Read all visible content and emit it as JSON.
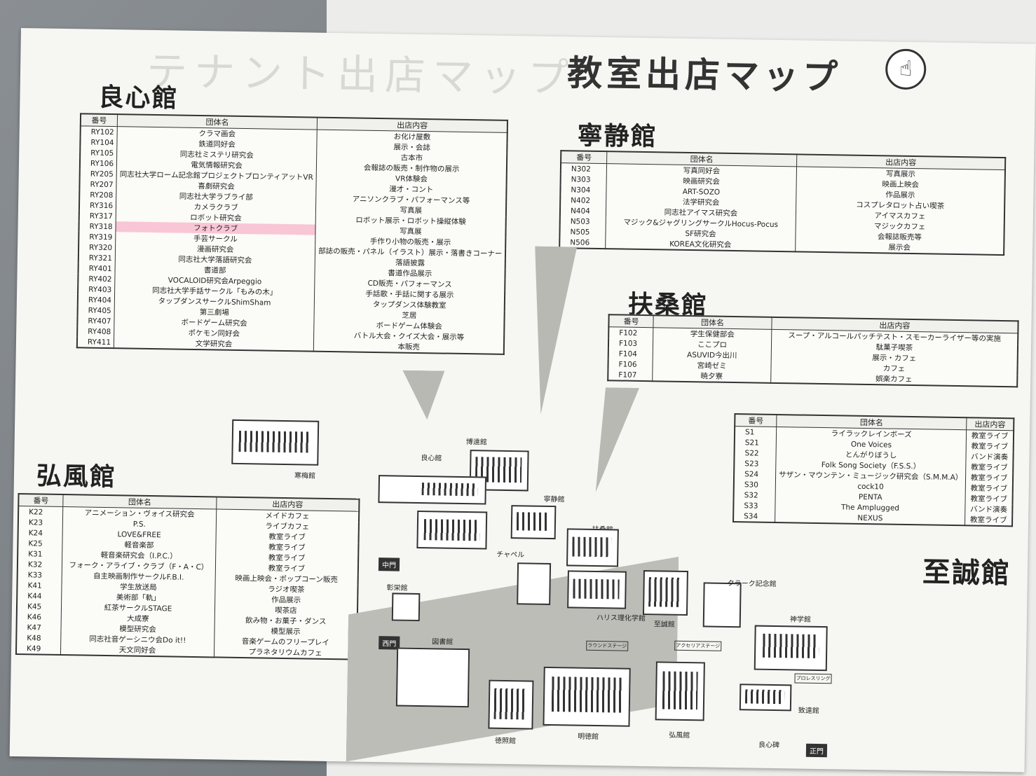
{
  "ghost_text": "テナント出店マップ",
  "title": "教室出店マップ",
  "icon": "pointing-hand-icon",
  "headers": {
    "code": "番号",
    "org": "団体名",
    "content": "出店内容"
  },
  "ryoshin": {
    "name": "良心館",
    "content_header": "出店内容",
    "rows": [
      {
        "code": "RY102",
        "org": "クラマ画会",
        "content": "お化け屋敷"
      },
      {
        "code": "RY104",
        "org": "鉄道同好会",
        "content": "展示・会誌"
      },
      {
        "code": "RY105",
        "org": "同志社ミステリ研究会",
        "content": "古本市"
      },
      {
        "code": "RY106",
        "org": "電気情報研究会",
        "content": "会報誌の販売・制作物の展示"
      },
      {
        "code": "RY205",
        "org": "同志社大学ローム記念館プロジェクトプロンティアットVR",
        "content": "VR体験会"
      },
      {
        "code": "RY207",
        "org": "喜劇研究会",
        "content": "漫才・コント"
      },
      {
        "code": "RY208",
        "org": "同志社大学ラブライ部",
        "content": "アニソンクラブ・パフォーマンス等"
      },
      {
        "code": "RY316",
        "org": "カメラクラブ",
        "content": "写真展"
      },
      {
        "code": "RY317",
        "org": "ロボット研究会",
        "content": "ロボット展示・ロボット操縦体験"
      },
      {
        "code": "RY318",
        "org": "フォトクラブ",
        "content": "写真展",
        "highlight": true
      },
      {
        "code": "RY319",
        "org": "手芸サークル",
        "content": "手作り小物の販売・展示"
      },
      {
        "code": "RY320",
        "org": "漫画研究会",
        "content": "部誌の販売・パネル（イラスト）展示・落書きコーナー"
      },
      {
        "code": "RY321",
        "org": "同志社大学落語研究会",
        "content": "落語披露"
      },
      {
        "code": "RY401",
        "org": "書道部",
        "content": "書道作品展示"
      },
      {
        "code": "RY402",
        "org": "VOCALOID研究会Arpeggio",
        "content": "CD販売・パフォーマンス"
      },
      {
        "code": "RY403",
        "org": "同志社大学手話サークル「もみの木」",
        "content": "手話歌・手話に関する展示"
      },
      {
        "code": "RY404",
        "org": "タップダンスサークルShimSham",
        "content": "タップダンス体験教室"
      },
      {
        "code": "RY405",
        "org": "第三劇場",
        "content": "芝居"
      },
      {
        "code": "RY407",
        "org": "ボードゲーム研究会",
        "content": "ボードゲーム体験会"
      },
      {
        "code": "RY408",
        "org": "ポケモン同好会",
        "content": "バトル大会・クイズ大会・展示等"
      },
      {
        "code": "RY411",
        "org": "文学研究会",
        "content": "本販売"
      }
    ]
  },
  "neisei": {
    "name": "寧静館",
    "rows": [
      {
        "code": "N302",
        "org": "写真同好会",
        "content": "写真展示"
      },
      {
        "code": "N303",
        "org": "映画研究会",
        "content": "映画上映会"
      },
      {
        "code": "N304",
        "org": "ART-SOZO",
        "content": "作品展示"
      },
      {
        "code": "N402",
        "org": "法学研究会",
        "content": "コスプレタロット占い喫茶"
      },
      {
        "code": "N404",
        "org": "同志社アイマス研究会",
        "content": "アイマスカフェ"
      },
      {
        "code": "N503",
        "org": "マジック&ジャグリングサークルHocus-Pocus",
        "content": "マジックカフェ"
      },
      {
        "code": "N505",
        "org": "SF研究会",
        "content": "会報誌販売等"
      },
      {
        "code": "N506",
        "org": "KOREA文化研究会",
        "content": "展示会"
      }
    ]
  },
  "fuso": {
    "name": "扶桑館",
    "rows": [
      {
        "code": "F102",
        "org": "学生保健部会",
        "content": "スープ・アルコールパッチテスト・スモーカーライザー等の実施"
      },
      {
        "code": "F103",
        "org": "ここプロ",
        "content": "駄菓子喫茶"
      },
      {
        "code": "F104",
        "org": "ASUVID今出川",
        "content": "展示・カフェ"
      },
      {
        "code": "F106",
        "org": "宮崎ゼミ",
        "content": "カフェ"
      },
      {
        "code": "F107",
        "org": "暁夕寮",
        "content": "娯楽カフェ"
      }
    ]
  },
  "koufu": {
    "name": "弘風館",
    "rows": [
      {
        "code": "K22",
        "org": "アニメーション・ヴォイス研究会",
        "content": "メイドカフェ"
      },
      {
        "code": "K23",
        "org": "P.S.",
        "content": "ライブカフェ"
      },
      {
        "code": "K24",
        "org": "LOVE&FREE",
        "content": "教室ライブ"
      },
      {
        "code": "K25",
        "org": "軽音楽部",
        "content": "教室ライブ"
      },
      {
        "code": "K31",
        "org": "軽音楽研究会（I.P.C.）",
        "content": "教室ライブ"
      },
      {
        "code": "K32",
        "org": "フォーク・アライブ・クラブ（F・A・C）",
        "content": "教室ライブ"
      },
      {
        "code": "K33",
        "org": "自主映画制作サークルF.B.I.",
        "content": "映画上映会・ポップコーン販売"
      },
      {
        "code": "K41",
        "org": "学生放送局",
        "content": "ラジオ喫茶"
      },
      {
        "code": "K44",
        "org": "美術部「軌」",
        "content": "作品展示"
      },
      {
        "code": "K45",
        "org": "紅茶サークルSTAGE",
        "content": "喫茶店"
      },
      {
        "code": "K46",
        "org": "大成寮",
        "content": "飲み物・お菓子・ダンス"
      },
      {
        "code": "K47",
        "org": "模型研究会",
        "content": "模型展示"
      },
      {
        "code": "K48",
        "org": "同志社音ゲーシニウ会Do it!!",
        "content": "音楽ゲームのフリープレイ"
      },
      {
        "code": "K49",
        "org": "天文同好会",
        "content": "プラネタリウムカフェ"
      }
    ]
  },
  "shisei": {
    "name": "至誠館",
    "rows": [
      {
        "code": "S1",
        "org": "ライラックレインボーズ",
        "content": "教室ライブ"
      },
      {
        "code": "S21",
        "org": "One Voices",
        "content": "教室ライブ"
      },
      {
        "code": "S22",
        "org": "とんがりぼうし",
        "content": "バンド演奏"
      },
      {
        "code": "S23",
        "org": "Folk Song Society（F.S.S.）",
        "content": "教室ライブ"
      },
      {
        "code": "S24",
        "org": "サザン・マウンテン・ミュージック研究会（S.M.M.A）",
        "content": "教室ライブ"
      },
      {
        "code": "S30",
        "org": "cock10",
        "content": "教室ライブ"
      },
      {
        "code": "S32",
        "org": "PENTA",
        "content": "教室ライブ"
      },
      {
        "code": "S33",
        "org": "The Amplugged",
        "content": "バンド演奏"
      },
      {
        "code": "S34",
        "org": "NEXUS",
        "content": "教室ライブ"
      }
    ]
  },
  "map": {
    "kanbai": "寒梅館",
    "hakuen": "博遠館",
    "ryoshin": "良心館",
    "neisei": "寧静館",
    "fuso": "扶桑館",
    "chapel": "チャペル",
    "harris": "ハリス理化学館",
    "shisei": "至誠館",
    "clark": "クラーク記念館",
    "shingaku": "神学館",
    "shoei": "彰栄館",
    "tosho": "図書館",
    "tokusho": "徳照館",
    "meitoku": "明徳館",
    "koufu": "弘風館",
    "chisei": "致遠館",
    "ryoshinhi": "良心碑",
    "gate_naka": "中門",
    "gate_nishi": "西門",
    "gate_sei": "正門",
    "stage1": "ラウンドステージ",
    "stage2": "アクセリアステージ",
    "stage3": "プロレスリング"
  }
}
